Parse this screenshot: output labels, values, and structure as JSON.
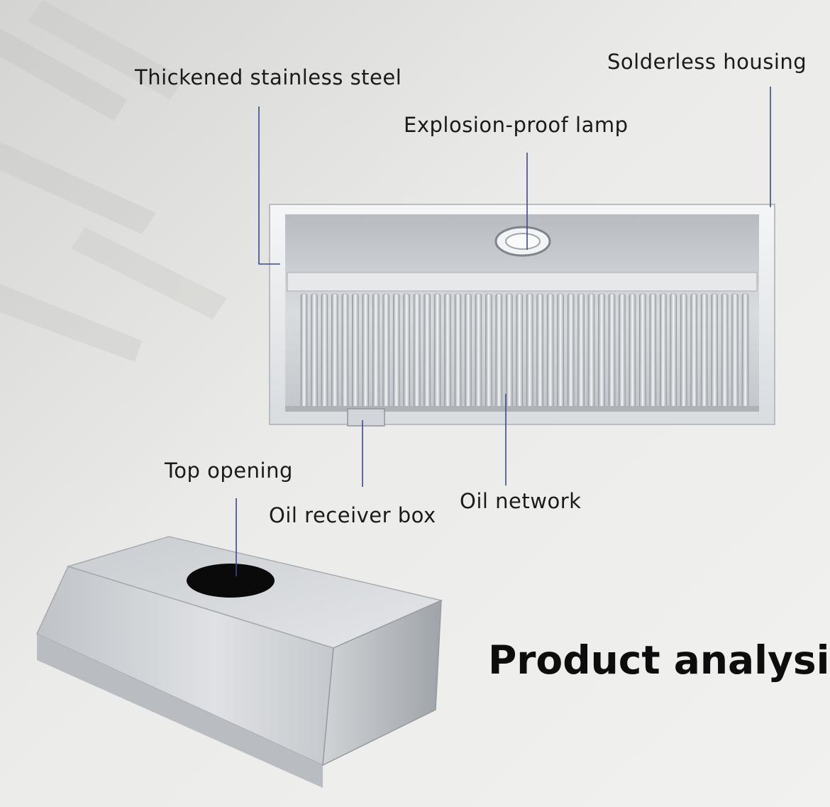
{
  "labels": {
    "thickened": "Thickened stainless steel",
    "solderless": "Solderless housing",
    "lamp": "Explosion-proof lamp",
    "top_opening": "Top opening",
    "oil_receiver": "Oil receiver box",
    "oil_network": "Oil network"
  },
  "title": "Product analysis",
  "colors": {
    "background": "#ececea",
    "leader_line": "#3b4a8c",
    "steel_light": "#e4e6e8",
    "steel_dark": "#8e9399",
    "opening": "#0a0a0a"
  }
}
